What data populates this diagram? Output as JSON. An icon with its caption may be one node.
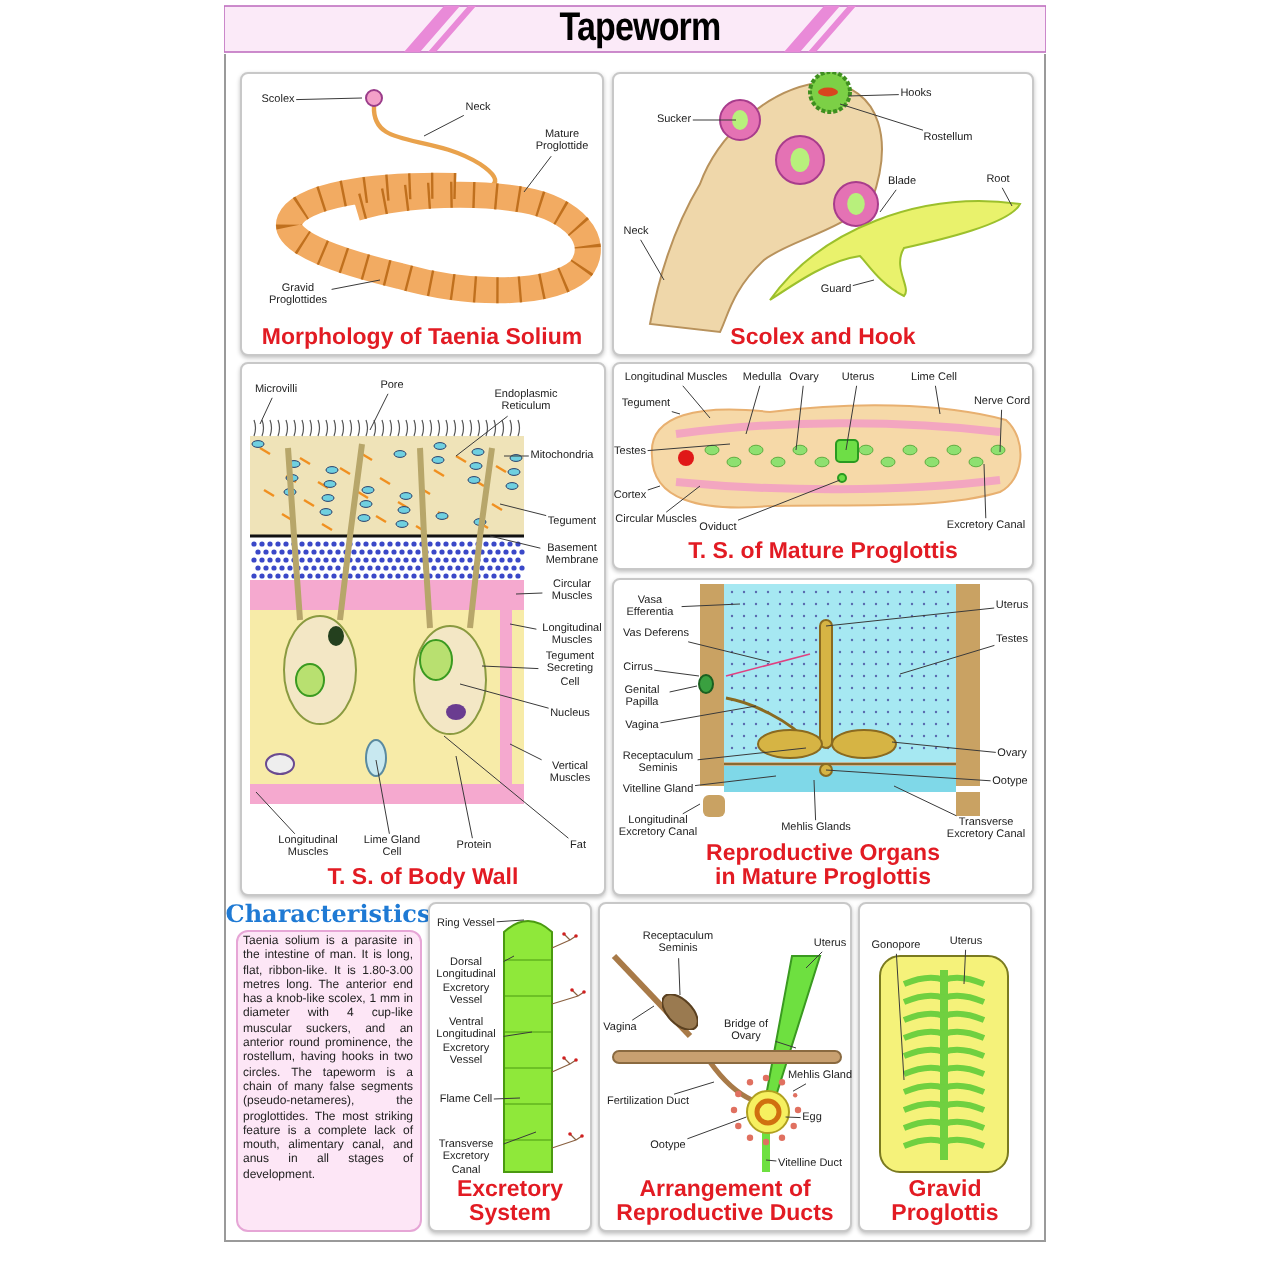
{
  "diagram": {
    "title": "Tapeworm",
    "nodes": [
      {
        "text": [
          "Morphology of Taenia Solium"
        ]
      },
      {
        "text": [
          "Scolex"
        ],
        "in": 0
      },
      {
        "text": [
          "Neck"
        ],
        "in": 0
      },
      {
        "text": [
          "Mature Proglottide"
        ],
        "in": 0
      },
      {
        "text": [
          "Gravid Proglottides"
        ],
        "in": 0
      },
      {
        "text": [
          "Scolex and Hook"
        ]
      },
      {
        "text": [
          "Hooks"
        ],
        "in": 5
      },
      {
        "text": [
          "Sucker"
        ],
        "in": 5
      },
      {
        "text": [
          "Rostellum"
        ],
        "in": 5
      },
      {
        "text": [
          "Blade"
        ],
        "in": 5
      },
      {
        "text": [
          "Root"
        ],
        "in": 5
      },
      {
        "text": [
          "Neck"
        ],
        "in": 5
      },
      {
        "text": [
          "Guard"
        ],
        "in": 5
      },
      {
        "text": [
          "T. S. of Body Wall"
        ]
      },
      {
        "text": [
          "Microvilli"
        ],
        "in": 13
      },
      {
        "text": [
          "Pore"
        ],
        "in": 13
      },
      {
        "text": [
          "Endoplasmic Reticulum"
        ],
        "in": 13
      },
      {
        "text": [
          "Mitochondria"
        ],
        "in": 13
      },
      {
        "text": [
          "Tegument"
        ],
        "in": 13
      },
      {
        "text": [
          "Basement Membrane"
        ],
        "in": 13
      },
      {
        "text": [
          "Circular Muscles"
        ],
        "in": 13
      },
      {
        "text": [
          "Longitudinal Muscles"
        ],
        "in": 13
      },
      {
        "text": [
          "Tegument Secreting Cell"
        ],
        "in": 13
      },
      {
        "text": [
          "Nucleus"
        ],
        "in": 13
      },
      {
        "text": [
          "Vertical Muscles"
        ],
        "in": 13
      },
      {
        "text": [
          "Longitudinal Muscles"
        ],
        "in": 13
      },
      {
        "text": [
          "Lime Gland Cell"
        ],
        "in": 13
      },
      {
        "text": [
          "Protein"
        ],
        "in": 13
      },
      {
        "text": [
          "Fat"
        ],
        "in": 13
      },
      {
        "text": [
          "T. S. of Mature Proglottis"
        ]
      },
      {
        "text": [
          "Longitudinal Muscles"
        ],
        "in": 29
      },
      {
        "text": [
          "Medulla"
        ],
        "in": 29
      },
      {
        "text": [
          "Ovary"
        ],
        "in": 29
      },
      {
        "text": [
          "Uterus"
        ],
        "in": 29
      },
      {
        "text": [
          "Lime Cell"
        ],
        "in": 29
      },
      {
        "text": [
          "Nerve Cord"
        ],
        "in": 29
      },
      {
        "text": [
          "Tegument"
        ],
        "in": 29
      },
      {
        "text": [
          "Testes"
        ],
        "in": 29
      },
      {
        "text": [
          "Cortex"
        ],
        "in": 29
      },
      {
        "text": [
          "Circular Muscles"
        ],
        "in": 29
      },
      {
        "text": [
          "Oviduct"
        ],
        "in": 29
      },
      {
        "text": [
          "Excretory Canal"
        ],
        "in": 29
      },
      {
        "text": [
          "Reproductive Organs in Mature Proglottis"
        ]
      },
      {
        "text": [
          "Vasa Efferentia"
        ],
        "in": 42
      },
      {
        "text": [
          "Uterus"
        ],
        "in": 42
      },
      {
        "text": [
          "Vas Deferens"
        ],
        "in": 42
      },
      {
        "text": [
          "Testes"
        ],
        "in": 42
      },
      {
        "text": [
          "Cirrus"
        ],
        "in": 42
      },
      {
        "text": [
          "Genital Papilla"
        ],
        "in": 42
      },
      {
        "text": [
          "Vagina"
        ],
        "in": 42
      },
      {
        "text": [
          "Ovary"
        ],
        "in": 42
      },
      {
        "text": [
          "Receptaculum Seminis"
        ],
        "in": 42
      },
      {
        "text": [
          "Ootype"
        ],
        "in": 42
      },
      {
        "text": [
          "Vitelline Gland"
        ],
        "in": 42
      },
      {
        "text": [
          "Longitudinal Excretory Canal"
        ],
        "in": 42
      },
      {
        "text": [
          "Mehlis Glands"
        ],
        "in": 42
      },
      {
        "text": [
          "Transverse Excretory Canal"
        ],
        "in": 42
      },
      {
        "text": [
          "Characteristics",
          "Taenia solium is a parasite in the intestine of man. It is long, flat, ribbon-like. It is 1.80-3.00 metres long. The anterior end has a knob-like scolex, 1 mm in diameter with 4 cup-like muscular suckers, and an anterior round prominence, the rostellum, having hooks in two circles. The tapeworm is a chain of many false segments (pseudo-netameres), the proglottides. The most striking feature is a complete lack of mouth, alimentary canal, and anus in all stages of development."
        ]
      },
      {
        "text": [
          "Excretory System"
        ]
      },
      {
        "text": [
          "Ring Vessel"
        ],
        "in": 58
      },
      {
        "text": [
          "Dorsal Longitudinal Excretory Vessel"
        ],
        "in": 58
      },
      {
        "text": [
          "Ventral Longitudinal Excretory Vessel"
        ],
        "in": 58
      },
      {
        "text": [
          "Flame Cell"
        ],
        "in": 58
      },
      {
        "text": [
          "Transverse Excretory Canal"
        ],
        "in": 58
      },
      {
        "text": [
          "Arrangement of Reproductive Ducts"
        ]
      },
      {
        "text": [
          "Receptaculum Seminis"
        ],
        "in": 64
      },
      {
        "text": [
          "Uterus"
        ],
        "in": 64
      },
      {
        "text": [
          "Vagina"
        ],
        "in": 64
      },
      {
        "text": [
          "Bridge of Ovary"
        ],
        "in": 64
      },
      {
        "text": [
          "Fertilization Duct"
        ],
        "in": 64
      },
      {
        "text": [
          "Mehlis Gland"
        ],
        "in": 64
      },
      {
        "text": [
          "Egg"
        ],
        "in": 64
      },
      {
        "text": [
          "Ootype"
        ],
        "in": 64
      },
      {
        "text": [
          "Vitelline Duct"
        ],
        "in": 64
      },
      {
        "text": [
          "Gravid Proglottis"
        ]
      },
      {
        "text": [
          "Gonopore"
        ],
        "in": 74
      },
      {
        "text": [
          "Uterus"
        ],
        "in": 74
      },
      {
        "text": [],
        "shape": "circle",
        "in": 42
      },
      {
        "text": [],
        "shape": "bar",
        "in": 42
      },
      {
        "text": [],
        "shape": "circle",
        "in": 64
      },
      {
        "text": [],
        "shape": "bar",
        "in": 64
      },
      {
        "text": [],
        "shape": "circle",
        "in": 64
      },
      {
        "text": [],
        "shape": "circle",
        "in": 64
      }
    ],
    "edges": [
      {
        "from": 1,
        "to": null,
        "arrow": "none"
      },
      {
        "from": 2,
        "to": null,
        "arrow": "none"
      },
      {
        "from": 3,
        "to": null,
        "arrow": "none"
      },
      {
        "from": 4,
        "to": null,
        "arrow": "none"
      },
      {
        "from": 6,
        "to": null,
        "arrow": "none"
      },
      {
        "from": 7,
        "to": null,
        "arrow": "none"
      },
      {
        "from": 8,
        "to": null,
        "arrow": "none"
      },
      {
        "from": 9,
        "to": null,
        "arrow": "none"
      },
      {
        "from": 10,
        "to": null,
        "arrow": "none"
      },
      {
        "from": 11,
        "to": null,
        "arrow": "none"
      },
      {
        "from": 12,
        "to": null,
        "arrow": "none"
      },
      {
        "from": 14,
        "to": null,
        "arrow": "none"
      },
      {
        "from": 15,
        "to": null,
        "arrow": "none"
      },
      {
        "from": 16,
        "to": null,
        "arrow": "none"
      },
      {
        "from": 17,
        "to": null,
        "arrow": "none"
      },
      {
        "from": 18,
        "to": null,
        "arrow": "none"
      },
      {
        "from": 19,
        "to": null,
        "arrow": "none"
      },
      {
        "from": 20,
        "to": null,
        "arrow": "none"
      },
      {
        "from": 21,
        "to": null,
        "arrow": "none"
      },
      {
        "from": 22,
        "to": null,
        "arrow": "none"
      },
      {
        "from": 23,
        "to": null,
        "arrow": "none"
      },
      {
        "from": 24,
        "to": null,
        "arrow": "none"
      },
      {
        "from": 25,
        "to": null,
        "arrow": "none"
      },
      {
        "from": 26,
        "to": null,
        "arrow": "none"
      },
      {
        "from": 27,
        "to": null,
        "arrow": "none"
      },
      {
        "from": 28,
        "to": null,
        "arrow": "none"
      },
      {
        "from": 30,
        "to": null,
        "arrow": "none"
      },
      {
        "from": 31,
        "to": null,
        "arrow": "none"
      },
      {
        "from": 32,
        "to": null,
        "arrow": "none"
      },
      {
        "from": 33,
        "to": null,
        "arrow": "none"
      },
      {
        "from": 34,
        "to": null,
        "arrow": "none"
      },
      {
        "from": 35,
        "to": null,
        "arrow": "none"
      },
      {
        "from": 36,
        "to": null,
        "arrow": "none"
      },
      {
        "from": 37,
        "to": null,
        "arrow": "none"
      },
      {
        "from": 38,
        "to": null,
        "arrow": "none"
      },
      {
        "from": 39,
        "to": null,
        "arrow": "none"
      },
      {
        "from": 40,
        "to": null,
        "arrow": "none"
      },
      {
        "from": 41,
        "to": null,
        "arrow": "none"
      },
      {
        "from": 43,
        "to": null,
        "arrow": "none"
      },
      {
        "from": 44,
        "to": null,
        "arrow": "none"
      },
      {
        "from": 45,
        "to": null,
        "arrow": "none"
      },
      {
        "from": 46,
        "to": null,
        "arrow": "none"
      },
      {
        "from": 47,
        "to": 77,
        "arrow": "none"
      },
      {
        "from": 48,
        "to": 77,
        "arrow": "none"
      },
      {
        "from": 49,
        "to": null,
        "arrow": "none"
      },
      {
        "from": 50,
        "to": null,
        "arrow": "none"
      },
      {
        "from": 51,
        "to": null,
        "arrow": "none"
      },
      {
        "from": 52,
        "to": null,
        "arrow": "none"
      },
      {
        "from": 53,
        "to": null,
        "arrow": "none"
      },
      {
        "from": 54,
        "to": 78,
        "arrow": "none"
      },
      {
        "from": 55,
        "to": null,
        "arrow": "none"
      },
      {
        "from": 56,
        "to": null,
        "arrow": "none"
      },
      {
        "from": 59,
        "to": null,
        "arrow": "none"
      },
      {
        "from": 60,
        "to": null,
        "arrow": "none"
      },
      {
        "from": 61,
        "to": null,
        "arrow": "none"
      },
      {
        "from": 62,
        "to": null,
        "arrow": "none"
      },
      {
        "from": 63,
        "to": null,
        "arrow": "none"
      },
      {
        "from": 65,
        "to": 79,
        "arrow": "none"
      },
      {
        "from": 66,
        "to": null,
        "arrow": "none"
      },
      {
        "from": 67,
        "to": null,
        "arrow": "none"
      },
      {
        "from": 68,
        "to": 80,
        "arrow": "none"
      },
      {
        "from": 69,
        "to": null,
        "arrow": "none"
      },
      {
        "from": 70,
        "to": 81,
        "arrow": "none"
      },
      {
        "from": 71,
        "to": 82,
        "arrow": "none"
      },
      {
        "from": 72,
        "to": 82,
        "arrow": "none"
      },
      {
        "from": 73,
        "to": null,
        "arrow": "none"
      },
      {
        "from": 75,
        "to": null,
        "arrow": "none"
      },
      {
        "from": 76,
        "to": null,
        "arrow": "none"
      }
    ]
  }
}
